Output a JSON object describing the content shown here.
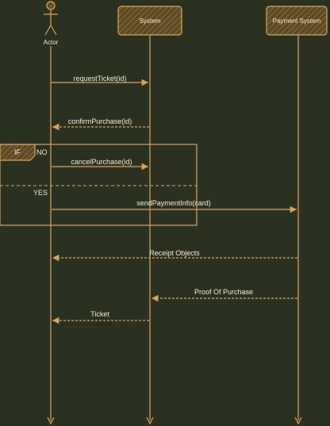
{
  "participants": {
    "actor": "Actor",
    "system": "System",
    "payment": "Payment System"
  },
  "messages": {
    "m1": "requestTicket(id)",
    "m2": "confirmPurchase(id)",
    "m3": "cancelPurchase(id)",
    "m4": "sendPaymentInfo(card)",
    "m5": "Receipt Objects",
    "m6": "Proof Of Purchase",
    "m7": "Ticket"
  },
  "fragment": {
    "operator": "IF",
    "guard_no": "NO",
    "guard_yes": "YES"
  },
  "colors": {
    "background": "#2b3120",
    "stroke": "#d9a55b",
    "box_fill": "#5c4a26",
    "text": "#f2ead8"
  }
}
